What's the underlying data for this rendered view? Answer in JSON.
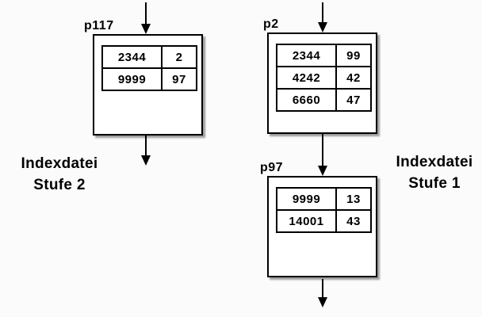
{
  "diagram": {
    "background_color": "#fbfbfb",
    "line_color": "#000000",
    "node_fill_color": "#ffffff",
    "shadow_color": "#9e9e9e"
  },
  "nodes": {
    "p117": {
      "label": "p117",
      "rows": [
        [
          "2344",
          "2"
        ],
        [
          "9999",
          "97"
        ]
      ]
    },
    "p2": {
      "label": "p2",
      "rows": [
        [
          "2344",
          "99"
        ],
        [
          "4242",
          "42"
        ],
        [
          "6660",
          "47"
        ]
      ]
    },
    "p97": {
      "label": "p97",
      "rows": [
        [
          "9999",
          "13"
        ],
        [
          "14001",
          "43"
        ]
      ]
    }
  },
  "captions": {
    "left": {
      "line1": "Indexdatei",
      "line2": "Stufe 2"
    },
    "right": {
      "line1": "Indexdatei",
      "line2": "Stufe 1"
    }
  }
}
